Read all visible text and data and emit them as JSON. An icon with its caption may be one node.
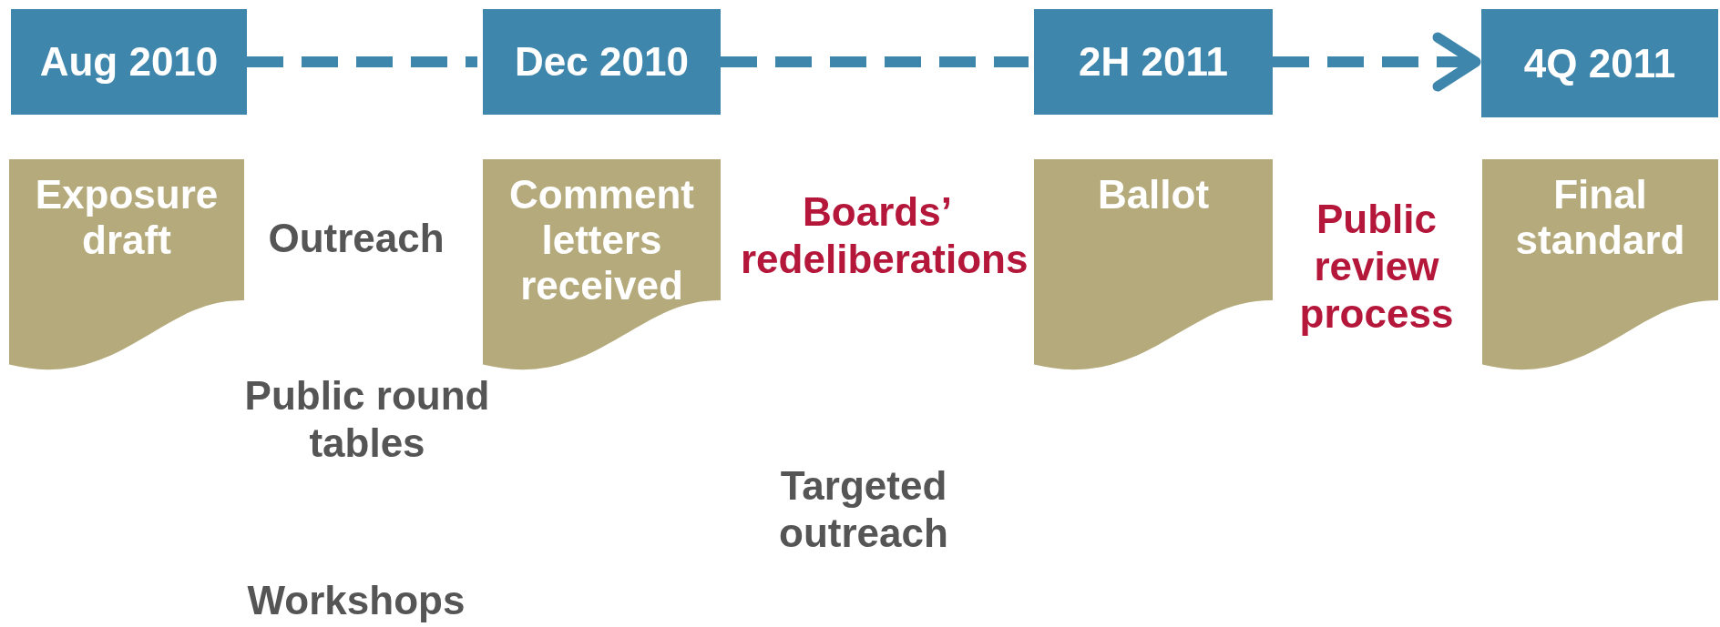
{
  "diagram": {
    "nodes": [
      {
        "text": [
          "Aug 2010"
        ]
      },
      {
        "text": [
          "Dec 2010"
        ]
      },
      {
        "text": [
          "2H 2011"
        ]
      },
      {
        "text": [
          "4Q 2011"
        ]
      },
      {
        "text": [
          "Exposure draft"
        ]
      },
      {
        "text": [
          "Comment letters received"
        ]
      },
      {
        "text": [
          "Ballot"
        ]
      },
      {
        "text": [
          "Final standard"
        ]
      }
    ],
    "edges": [
      {
        "from": 0,
        "to": 1,
        "arrow": "none",
        "style": "dashed"
      },
      {
        "from": 1,
        "to": 2,
        "arrow": "none",
        "style": "dashed"
      },
      {
        "from": 2,
        "to": 3,
        "arrow": "to",
        "style": "dashed"
      }
    ],
    "labels": [
      "Outreach",
      "Boards’ redeliberations",
      "Public review process",
      "Public round tables",
      "Targeted outreach",
      "Workshops"
    ]
  }
}
